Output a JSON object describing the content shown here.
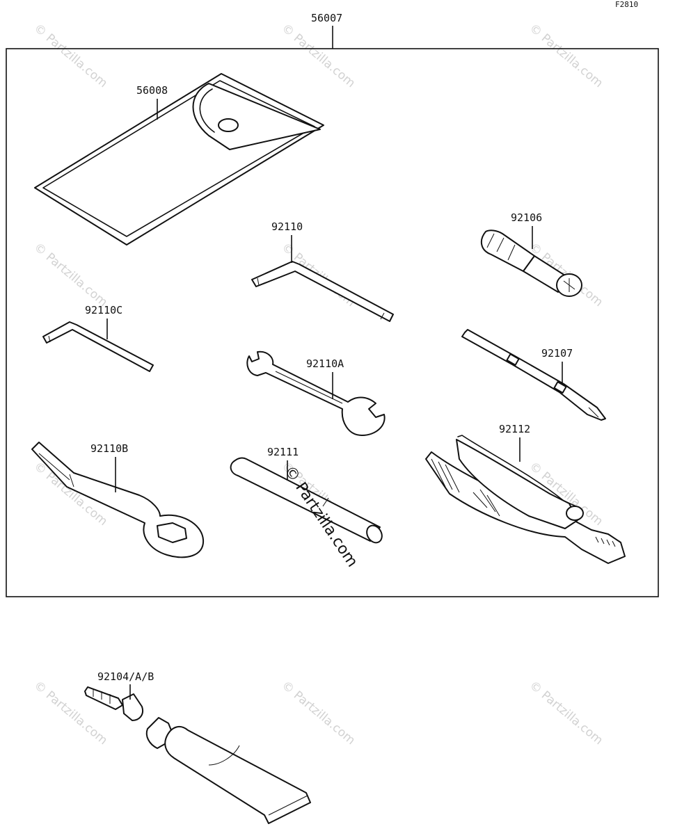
{
  "diagram": {
    "code": "F2810",
    "assembly": "56007",
    "watermark": "© Partzilla.com",
    "big_watermark": "© Partzilla.com",
    "parts": {
      "p56008": "56008",
      "p92110": "92110",
      "p92106": "92106",
      "p92110C": "92110C",
      "p92110A": "92110A",
      "p92107": "92107",
      "p92110B": "92110B",
      "p92111": "92111",
      "p92112": "92112",
      "p92104": "92104/A/B"
    }
  }
}
